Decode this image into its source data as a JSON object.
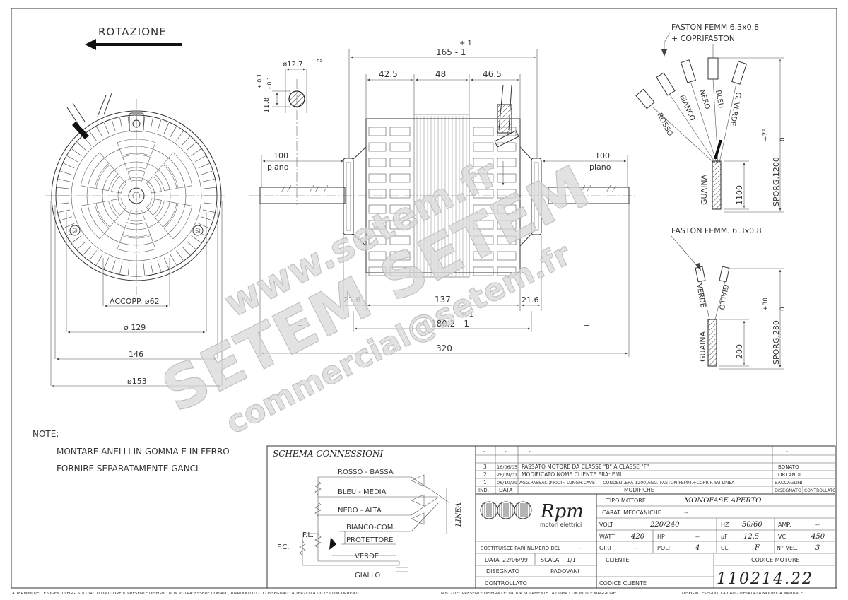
{
  "rotation_label": "ROTAZIONE",
  "left_view": {
    "accopp": "ACCOPP. ø62",
    "d129": "ø 129",
    "d146": "146",
    "d153": "ø153"
  },
  "shaft": {
    "diam": "ø12.7",
    "diam_tol": "h5",
    "flat": "11.8",
    "flat_tol_plus": "+ 0.1",
    "flat_tol_minus": "- 0.1"
  },
  "side_view": {
    "d165_tol": "+ 1",
    "d165": "165 - 1",
    "d42": "42.5",
    "d48": "48",
    "d46": "46.5",
    "plane_left_val": "100",
    "plane_left_lbl": "piano",
    "plane_right_val": "100",
    "plane_right_lbl": "piano",
    "d21l": "21.6",
    "d137": "137",
    "d21r": "21.6",
    "d180_tol": "+ 1",
    "d180": "180.2 - 1",
    "d320": "320",
    "eq_left": "=",
    "eq_right": "="
  },
  "wires_top": {
    "faston": "FASTON FEMM 6.3x0.8",
    "coprifaston": "+ COPRIFASTON",
    "labels": [
      "ROSSO",
      "BIANCO",
      "NERO",
      "BLEU",
      "G. VERDE"
    ],
    "guaina": "GUAINA",
    "len": "1100",
    "sporg": "SPORG.1200",
    "sporg_tol": "+75",
    "sporg_zero": "0"
  },
  "wires_bottom": {
    "faston": "FASTON FEMM. 6.3x0.8",
    "labels": [
      "VERDE",
      "GIALLO"
    ],
    "guaina": "GUAINA",
    "len": "200",
    "sporg": "SPORG.280",
    "sporg_tol": "+30",
    "sporg_zero": "0"
  },
  "notes": {
    "title": "NOTE:",
    "line1": "MONTARE ANELLI IN GOMMA E IN FERRO",
    "line2": "FORNIRE SEPARATAMENTE GANCI"
  },
  "schema": {
    "title": "SCHEMA CONNESSIONI",
    "rosso": "ROSSO - BASSA",
    "bleu": "BLEU - MEDIA",
    "nero": "NERO - ALTA",
    "bianco": "BIANCO-COM.",
    "protettore": "PROTETTORE",
    "verde": "VERDE",
    "giallo": "GIALLO",
    "fl": "F.L.",
    "fc": "F.C.",
    "linea": "LINEA"
  },
  "revisions": [
    {
      "ind": "-",
      "data": "-",
      "desc": "-",
      "by": "-"
    },
    {
      "ind": "3",
      "data": "16/06/05",
      "desc": "PASSATO MOTORE DA CLASSE \"B\" A CLASSE \"F\"",
      "by": "BONATO"
    },
    {
      "ind": "2",
      "data": "26/09/01",
      "desc": "MODIFICATO NOME CLIENTE ERA: EMI",
      "by": "ORLANDI"
    },
    {
      "ind": "1",
      "data": "06/10/99",
      "desc": "AGG.PASSAC.;MODIF. LUNGH.CAVETTI CONDEN.,ERA 1200;AGG. FASTON FEMM.+COPRIF. SU LINEA",
      "by": "BACCAGLINI"
    }
  ],
  "rev_header": {
    "ind": "IND.",
    "data": "DATA",
    "mod": "MODIFICHE",
    "dis": "DISEGNATO",
    "ctrl": "CONTROLLATO"
  },
  "logo": {
    "brand": "Rpm",
    "sub": "motori elettrici"
  },
  "sostituisce": {
    "label": "SOSTITUISCE PARI NUMERO DEL",
    "value": "-"
  },
  "data_row": {
    "data_lbl": "DATA",
    "data_val": "22/06/99",
    "scala_lbl": "SCALA",
    "scala_val": "1/1"
  },
  "disegnato": {
    "label": "DISEGNATO",
    "value": "PADOVANI"
  },
  "controllato": {
    "label": "CONTROLLATO"
  },
  "motor": {
    "tipo_lbl": "TIPO MOTORE",
    "tipo_val": "MONOFASE APERTO",
    "carat_lbl": "CARAT. MECCANICHE",
    "carat_val": "--",
    "volt_lbl": "VOLT",
    "volt_val": "220/240",
    "hz_lbl": "HZ",
    "hz_val": "50/60",
    "amp_lbl": "AMP.",
    "amp_val": "--",
    "watt_lbl": "WATT",
    "watt_val": "420",
    "hp_lbl": "HP",
    "hp_val": "--",
    "uf_lbl": "µF",
    "uf_val": "12.5",
    "vc_lbl": "VC",
    "vc_val": "450",
    "giri_lbl": "GIRI",
    "giri_val": "--",
    "poli_lbl": "POLI",
    "poli_val": "4",
    "cl_lbl": "CL.",
    "cl_val": "F",
    "nvel_lbl": "N° VEL.",
    "nvel_val": "3",
    "cliente_lbl": "CLIENTE",
    "codice_motore_lbl": "CODICE MOTORE",
    "codice_motore_val": "110214.22",
    "codice_cliente_lbl": "CODICE CLIENTE"
  },
  "footer": {
    "left": "A TERMINI DELLE VIGENTI LEGGI SUI DIRITTI D'AUTORE IL PRESENTE DISEGNO NON POTRA' ESSERE COPIATO, RIPRODOTTO O CONSEGNATO A TERZI O A DITTE CONCORRENTI.",
    "mid": "N.B. - DEL PRESENTE DISEGNO E' VALIDA SOLAMENTE LA COPIA CON INDICE MAGGIORE.",
    "right": "DISEGNO ESEGUITO A CAD - VIETATA LA MODIFICA MANUALE"
  },
  "watermark": {
    "w1": "www.setem.fr",
    "w2": "SETEM  SETEM",
    "w3": "commercial@setem.fr"
  }
}
